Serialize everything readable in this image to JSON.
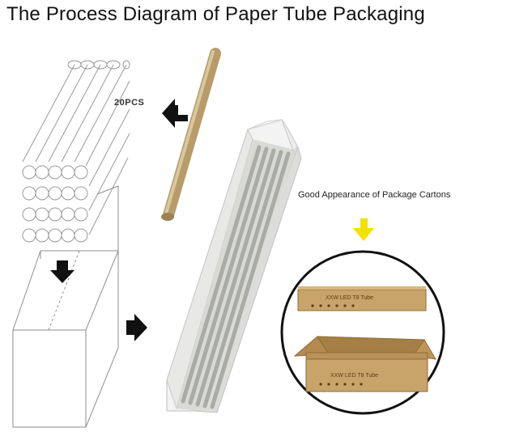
{
  "title": "The Process Diagram of Paper Tube Packaging",
  "steps": {
    "bundle_count_label": "20PCS",
    "carton_caption": "Good Appearance of Package Cartons",
    "carton_print_text": "XXW LED T8 Tube"
  },
  "colors": {
    "arrow": "#111111",
    "highlight_arrow": "#f2e200",
    "kraft": "#c9a46a",
    "kraft_dark": "#a8824a",
    "paper_tube": "#cbb58a",
    "tube_gray": "#a9aba6"
  }
}
